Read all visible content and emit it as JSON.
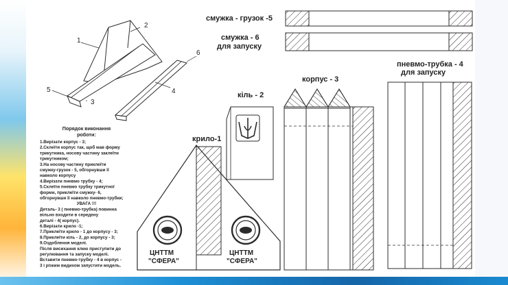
{
  "labels": {
    "strip_load": "смужка - грузок -5",
    "strip_launch_1": "смужка - 6",
    "strip_launch_2": "для запуску",
    "tube_1": "пневмо-трубка - 4",
    "tube_2": "для запуску",
    "body": "корпус - 3",
    "fin": "кіль - 2",
    "wing": "крило-1",
    "assembly_1": "1",
    "assembly_2": "2",
    "assembly_3": "3",
    "assembly_4": "4",
    "assembly_5": "5",
    "assembly_6": "6",
    "logo_text_1": "ЦНТТМ",
    "logo_text_2": "\"СФЕРА\""
  },
  "instructions": {
    "title": [
      "Порядок виконання",
      "роботи:"
    ],
    "lines": [
      "1.Вирізати корпус - 3;",
      "2.Склеїти корпус так, щоб мав форму",
      "трикутника, носову частину заклеїти",
      "трикутником;",
      "3.На носову частину приклеїти",
      "смужку-грузок - 5, обгорнувши її",
      "навколо корпусу",
      "4.Вирізати пневмо трубку - 4;",
      "5.Склеїти пневмо трубку трикутної",
      "форми, приклеїти смужку- 6,",
      "обгорнувши її навколо пневмо-трубки;",
      "УВАГА !!!",
      "Деталь- 3 ( пневмо-трубка) повинна",
      "вільно входити в середену",
      "деталі - 4( корпус).",
      "6.Вирізати крило -1;",
      "7.Приклеїти крило - 1 до корпусу - 3;",
      "8.Приклеїти кіль - 2, до корпусу - 3;",
      "9.Оздоблення моделі.",
      "Після висихання клею приступити до",
      "регулювання та запуску моделі.",
      "Вставити пневмо-трубку - 4 в корпус -",
      "3 і різким видихом запустити модель."
    ]
  },
  "colors": {
    "ink": "#2b2b2b",
    "frame_blue": "#1e90d6",
    "frame_yellow": "#ffc83a"
  }
}
